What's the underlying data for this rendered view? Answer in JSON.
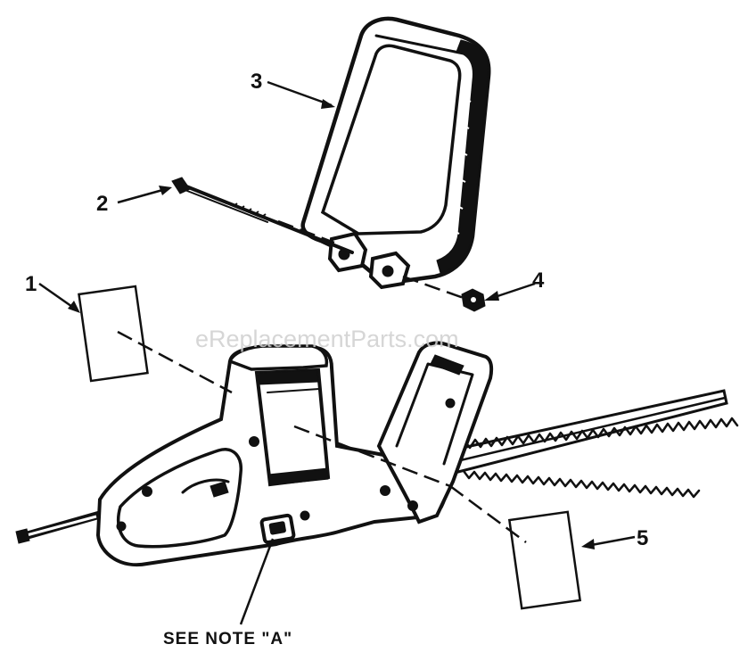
{
  "watermark": "eReplacementParts.com",
  "note": "SEE NOTE \"A\"",
  "callouts": [
    "1",
    "2",
    "3",
    "4",
    "5"
  ],
  "parts": {
    "label_left": "label-1",
    "bolt": "bolt-2",
    "handle": "front-handle-3",
    "nut": "nut-4",
    "label_right": "label-5"
  },
  "colors": {
    "ink": "#111111",
    "watermark": "#cfcfcf",
    "background": "#ffffff"
  }
}
